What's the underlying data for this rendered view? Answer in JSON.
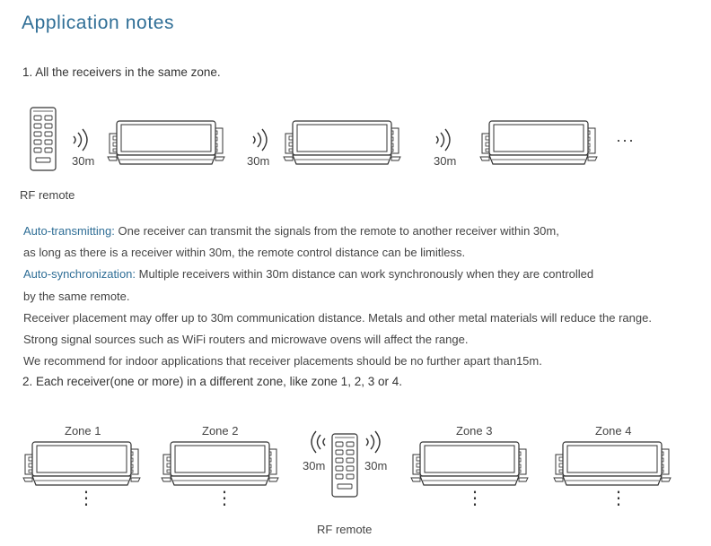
{
  "title": "Application notes",
  "section1": {
    "heading": "1. All the receivers in the same zone.",
    "remote_label": "RF remote",
    "distances": [
      "30m",
      "30m",
      "30m"
    ],
    "ellipsis": "···"
  },
  "paragraph": {
    "auto_tx_label": "Auto-transmitting:",
    "auto_tx_text": " One receiver can transmit the signals from the remote to another receiver within 30m,",
    "line2": "as long as there is a receiver within 30m, the remote control distance can be limitless.",
    "auto_sync_label": "Auto-synchronization:",
    "auto_sync_text": " Multiple receivers within 30m distance can work synchronously when they are controlled",
    "line4": "by the same remote.",
    "line5": "Receiver placement may offer up to 30m communication distance. Metals and other metal materials will reduce the range.",
    "line6": "Strong signal sources such as WiFi routers and microwave ovens will affect the range.",
    "line7": "We recommend for indoor applications that receiver placements should be no further apart than15m."
  },
  "section2": {
    "heading": "2. Each receiver(one or more) in a different zone, like zone 1, 2, 3 or 4.",
    "zones": [
      "Zone 1",
      "Zone 2",
      "Zone 3",
      "Zone 4"
    ],
    "left_distance": "30m",
    "right_distance": "30m",
    "remote_label": "RF remote",
    "vertical_ellipsis": "⋮"
  }
}
